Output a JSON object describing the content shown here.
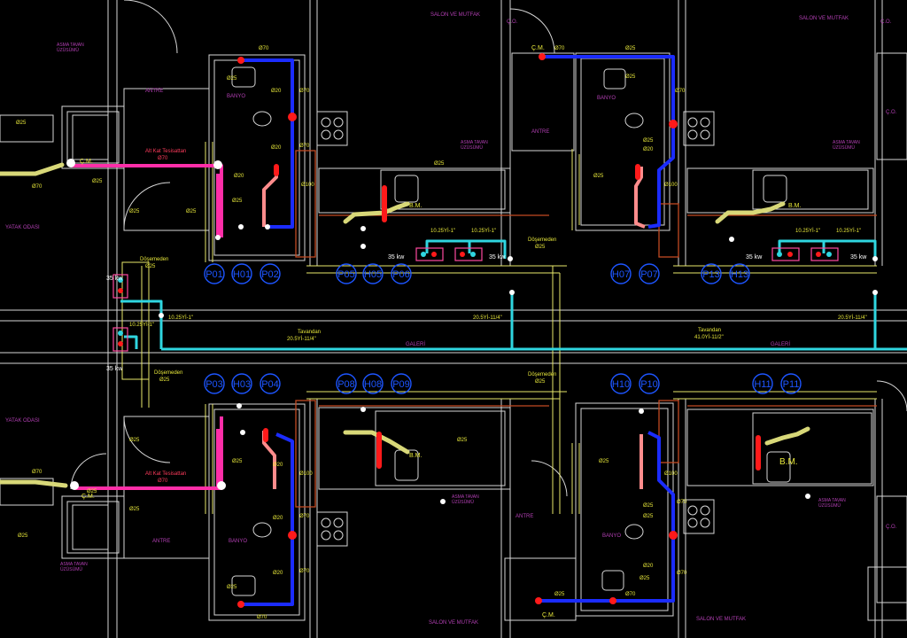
{
  "drawing": {
    "rooms": {
      "salon_ve_mutfak": "SALON VE MUTFAK",
      "antre": "ANTRE",
      "banyo": "BANYO",
      "yatak_odasi": "YATAK ODASI",
      "galeri": "GALERİ",
      "co": "Ç.O."
    },
    "asma_tavan": [
      "ASMA TAVAN",
      "ÜZÜSÜMÜ"
    ],
    "pipe_labels": {
      "d25": "Ø25",
      "d20": "Ø20",
      "d70": "Ø70",
      "d100": "Ø100",
      "alt_kat_tesisat": "Alt Kat Tesisattan",
      "dosemeden": "Döşemeden",
      "tavandan": "Tavandan",
      "fixture_cm": "Ç.M.",
      "fixture_bm": "B.M.",
      "kw35": "35 kw",
      "branch_1": "10.25Yİ-1\"",
      "main_1": "20.5Yİ-11/4\"",
      "main_2": "41.0Yİ-11/2\""
    },
    "riser_tags": {
      "top": [
        "P01",
        "H01",
        "P02",
        "P05",
        "H05",
        "P06",
        "H07",
        "P07",
        "P13",
        "H13"
      ],
      "bottom": [
        "P03",
        "H03",
        "P04",
        "P08",
        "H08",
        "P09",
        "H10",
        "P10",
        "H11",
        "P11"
      ]
    },
    "colors": {
      "background": "#000000",
      "wall": "#d6d6d6",
      "wall_inner": "#e8e86a",
      "gas_line": "#2fd6e0",
      "hot_water": "#ff2ea8",
      "hot_water_light": "#ff8c8c",
      "cold_water": "#1b2cff",
      "drain": "#d8d878",
      "room_text": "#b23fb3",
      "dim_text": "#e6e63a",
      "riser_tag": "#1d55ff",
      "red_fitting": "#ff1a1a",
      "cable": "#c24a22"
    }
  }
}
